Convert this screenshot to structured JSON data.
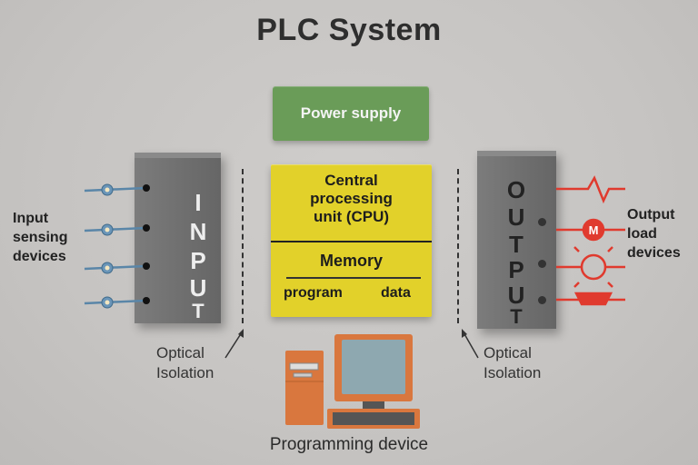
{
  "title": "PLC System",
  "power_supply": {
    "label": "Power supply",
    "color": "#6a9c58"
  },
  "cpu": {
    "lines": [
      "Central",
      "processing",
      "unit (CPU)"
    ],
    "memory_label": "Memory",
    "program_label": "program",
    "data_label": "data",
    "color": "#e2d12a"
  },
  "input_module": {
    "letters": [
      "I",
      "N",
      "P",
      "U",
      "T"
    ],
    "side_label_lines": [
      "Input",
      "sensing",
      "devices"
    ],
    "sensor_count": 4,
    "sensor_icon": "switch-icon"
  },
  "output_module": {
    "letters": [
      "O",
      "U",
      "T",
      "P",
      "U",
      "T"
    ],
    "side_label_lines": [
      "Output",
      "load",
      "devices"
    ],
    "devices": [
      {
        "icon": "heater-icon"
      },
      {
        "icon": "motor-icon",
        "symbol": "M"
      },
      {
        "icon": "lamp-icon"
      },
      {
        "icon": "horn-icon"
      }
    ],
    "accent_color": "#e03a2e"
  },
  "optical_isolation_left": [
    "Optical",
    "Isolation"
  ],
  "optical_isolation_right": [
    "Optical",
    "Isolation"
  ],
  "programming_device": {
    "label": "Programming device",
    "color": "#d9773e"
  }
}
